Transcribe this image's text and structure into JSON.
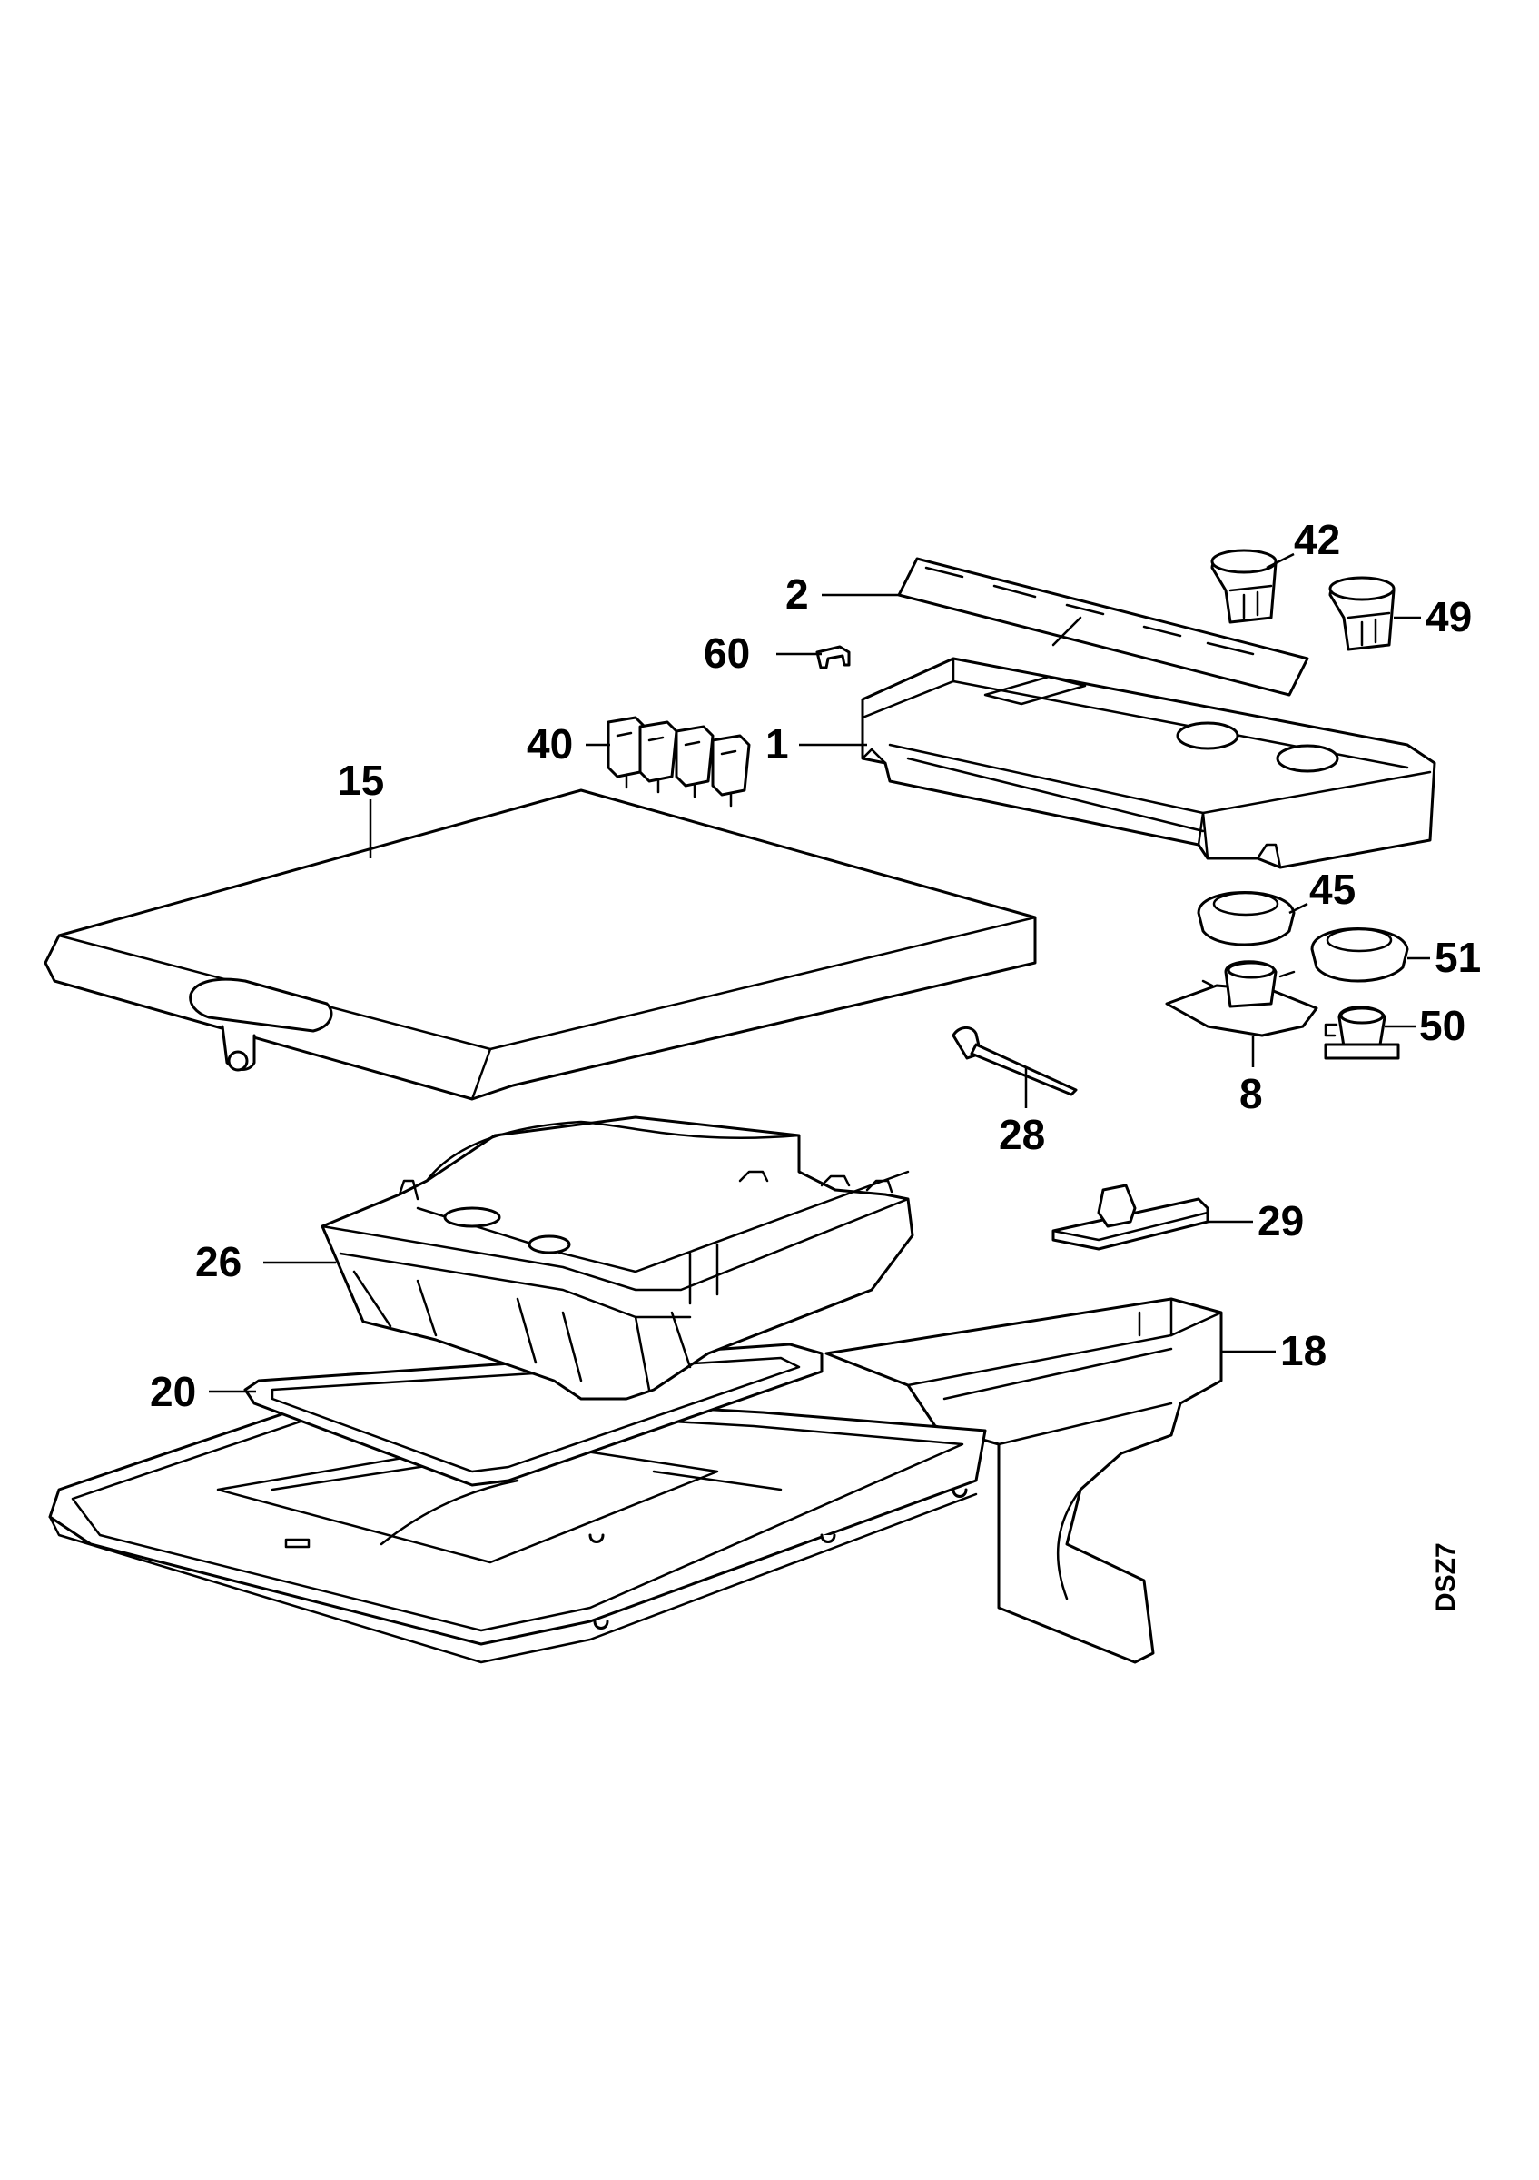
{
  "diagram": {
    "callouts": {
      "c42": "42",
      "c2": "2",
      "c49": "49",
      "c60": "60",
      "c40": "40",
      "c1": "1",
      "c15": "15",
      "c45": "45",
      "c51": "51",
      "c50": "50",
      "c8": "8",
      "c28": "28",
      "c29": "29",
      "c26": "26",
      "c18": "18",
      "c20": "20"
    },
    "drawing_code": "DSZ7",
    "colors": {
      "line": "#000000",
      "background": "#ffffff"
    }
  }
}
